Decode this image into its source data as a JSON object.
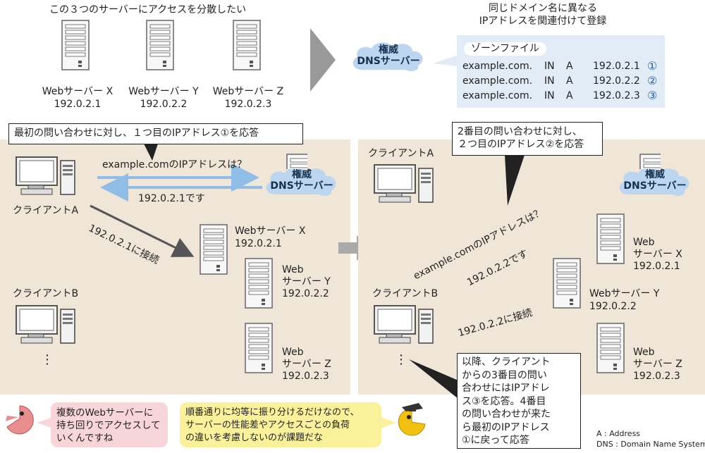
{
  "top": {
    "caption": "この３つのサーバーにアクセスを分散したい",
    "servers": [
      {
        "name": "Webサーバー X",
        "ip": "192.0.2.1"
      },
      {
        "name": "Webサーバー Y",
        "ip": "192.0.2.2"
      },
      {
        "name": "Webサーバー Z",
        "ip": "192.0.2.3"
      }
    ],
    "dns_line1": "権威",
    "dns_line2": "DNSサーバー",
    "register_caption_line1": "同じドメイン名に異なる",
    "register_caption_line2": "IPアドレスを関連付けて登録",
    "zone_file": {
      "title": "ゾーンファイル",
      "records": [
        {
          "name": "example.com.",
          "class": "IN",
          "type": "A",
          "ip": "192.0.2.1",
          "mark": "①"
        },
        {
          "name": "example.com.",
          "class": "IN",
          "type": "A",
          "ip": "192.0.2.2",
          "mark": "②"
        },
        {
          "name": "example.com.",
          "class": "IN",
          "type": "A",
          "ip": "192.0.2.3",
          "mark": "③"
        }
      ]
    }
  },
  "left": {
    "callout": "最初の問い合わせに対し、１つ目のIPアドレス①を応答",
    "query": "example.comのIPアドレスは？",
    "answer": "192.0.2.1です",
    "connect": "192.0.2.1に接続",
    "clientA": "クライアントA",
    "clientB": "クライアントB",
    "dots": "⋮",
    "dns_line1": "権威",
    "dns_line2": "DNSサーバー",
    "srvX_line1": "Webサーバー X",
    "srvX_ip": "192.0.2.1",
    "srvY_line1": "Web",
    "srvY_line2": "サーバー Y",
    "srvY_ip": "192.0.2.2",
    "srvZ_line1": "Web",
    "srvZ_line2": "サーバー Z",
    "srvZ_ip": "192.0.2.3"
  },
  "right": {
    "callout_line1": "2番目の問い合わせに対し、",
    "callout_line2": "２つ目のIPアドレス②を応答",
    "query": "example.comのIPアドレスは？",
    "answer": "192.0.2.2です",
    "connect": "192.0.2.2に接続",
    "clientA": "クライアントA",
    "clientB": "クライアントB",
    "dots": "⋮",
    "dns_line1": "権威",
    "dns_line2": "DNSサーバー",
    "srvX_line1": "Web",
    "srvX_line2": "サーバー X",
    "srvX_ip": "192.0.2.1",
    "srvY_line1": "Webサーバー Y",
    "srvY_ip": "192.0.2.2",
    "srvZ_line1": "Web",
    "srvZ_line2": "サーバー Z",
    "srvZ_ip": "192.0.2.3",
    "later_note": [
      "以降、クライアント",
      "からの3番目の問い",
      "合わせにはIPアドレ",
      "ス③を応答。4番目",
      "の問い合わせが来た",
      "ら最初のIPアドレス",
      "①に戻って応答"
    ]
  },
  "bottom": {
    "bubble_pink": [
      "複数のWebサーバーに",
      "持ち回りでアクセスして",
      "いくんですね"
    ],
    "bubble_yellow": [
      "順番通りに均等に振り分けるだけなので、",
      "サーバーの性能差やアクセスごとの負荷",
      "の違いを考慮しないのが課題だな"
    ],
    "legend_a": "A : Address",
    "legend_dns": "DNS : Domain Name System"
  },
  "colors": {
    "panel": "#efe6d8",
    "zone_bg": "#e2ecf7",
    "cloud": "#bcd6ef",
    "arrow_blue": "#8fbde6",
    "arrow_gray": "#555555",
    "pink_note": "#f8d5d8",
    "yellow_note": "#fbf19a"
  }
}
